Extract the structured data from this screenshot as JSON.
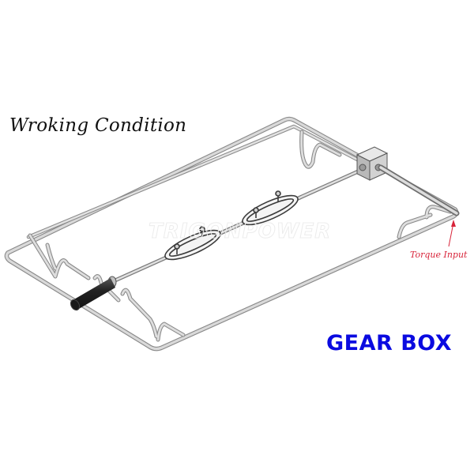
{
  "title": "Wroking Condition",
  "watermark": "TRIGONPOWER",
  "annotations": {
    "torque_input": "Torque Input",
    "gear_box": "GEAR BOX"
  },
  "colors": {
    "frame_rod": "#b8b8b8",
    "frame_rod_highlight": "#e6e6e6",
    "handle": "#2a2a2a",
    "gearbox_body": "#c9c9c9",
    "annotation_red": "#d8243a",
    "label_blue": "#0a0ae0"
  },
  "components": [
    {
      "id": "frame",
      "label": "wire rack frame"
    },
    {
      "id": "spit",
      "label": "rotisserie spit rod"
    },
    {
      "id": "forks",
      "label": "meat forks",
      "count": 2
    },
    {
      "id": "handle",
      "label": "black grip handle"
    },
    {
      "id": "gearbox",
      "label": "gear box"
    },
    {
      "id": "input_shaft",
      "label": "torque input shaft"
    }
  ]
}
